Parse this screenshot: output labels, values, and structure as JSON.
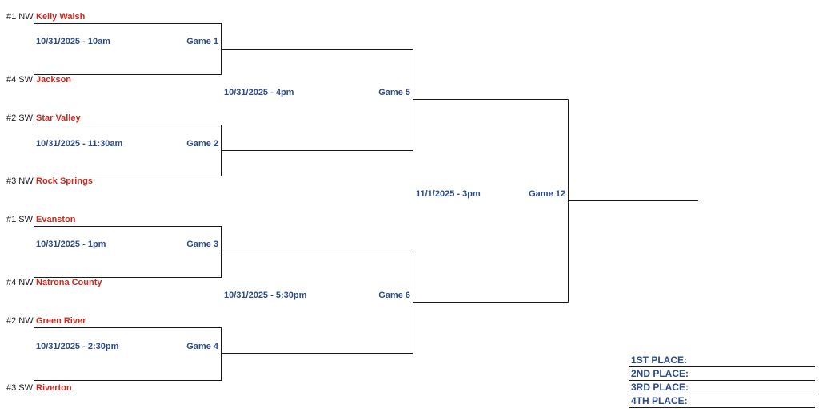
{
  "teams": [
    {
      "seed": "#1 NW",
      "name": "Kelly Walsh"
    },
    {
      "seed": "#4 SW",
      "name": "Jackson"
    },
    {
      "seed": "#2 SW",
      "name": "Star Valley"
    },
    {
      "seed": "#3 NW",
      "name": "Rock Springs"
    },
    {
      "seed": "#1 SW",
      "name": "Evanston"
    },
    {
      "seed": "#4 NW",
      "name": "Natrona County"
    },
    {
      "seed": "#2 NW",
      "name": "Green River"
    },
    {
      "seed": "#3 SW",
      "name": "Riverton"
    }
  ],
  "games": [
    {
      "label": "Game 1",
      "time": "10/31/2025 - 10am"
    },
    {
      "label": "Game 2",
      "time": "10/31/2025 - 11:30am"
    },
    {
      "label": "Game 3",
      "time": "10/31/2025 - 1pm"
    },
    {
      "label": "Game 4",
      "time": "10/31/2025 - 2:30pm"
    },
    {
      "label": "Game 5",
      "time": "10/31/2025 - 4pm"
    },
    {
      "label": "Game 6",
      "time": "10/31/2025 - 5:30pm"
    },
    {
      "label": "Game 12",
      "time": "11/1/2025 - 3pm"
    }
  ],
  "places": [
    {
      "label": "1ST PLACE:"
    },
    {
      "label": "2ND PLACE:"
    },
    {
      "label": "3RD PLACE:"
    },
    {
      "label": "4TH PLACE:"
    }
  ],
  "colors": {
    "team_name": "#cc2a1f",
    "info": "#2b4b8c",
    "line": "#1a1a1a"
  }
}
